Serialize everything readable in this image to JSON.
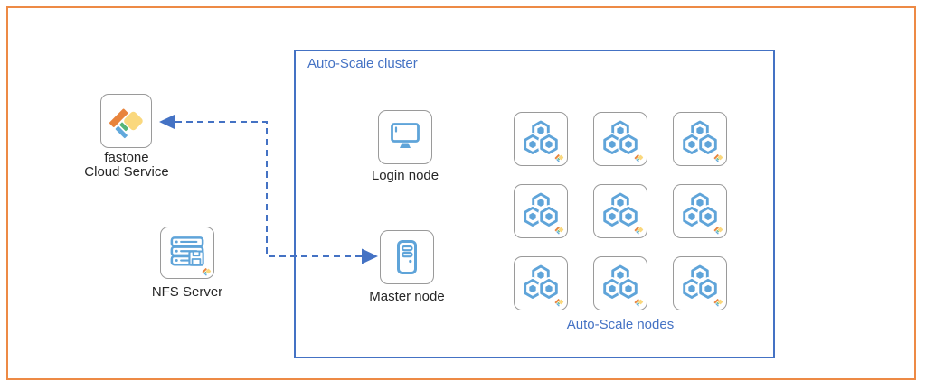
{
  "colors": {
    "frame_orange": "#ED8A45",
    "accent_blue": "#4472C4",
    "icon_blue": "#5FA4D9",
    "box_border_gray": "#9A9A9A",
    "text_dark": "#262626",
    "logo_orange": "#E8843C",
    "logo_yellow": "#FAD87D",
    "logo_green": "#55B578",
    "logo_blue": "#62A9DC"
  },
  "left_panel": {
    "fastone": {
      "label_line1": "fastone",
      "label_line2": "Cloud Service",
      "icon": "fastone-logo-icon"
    },
    "nfs": {
      "label": "NFS Server",
      "icon": "server-stack-icon"
    }
  },
  "cluster": {
    "title": "Auto-Scale cluster",
    "login": {
      "label": "Login node",
      "icon": "monitor-icon"
    },
    "master": {
      "label": "Master node",
      "icon": "tower-server-icon"
    },
    "nodes_label": "Auto-Scale nodes",
    "node_count": 9,
    "node_icon": "hexagon-cluster-icon"
  },
  "connections": [
    {
      "between": [
        "fastone Cloud Service",
        "Master node"
      ],
      "style": "dashed",
      "arrowheads": "both-ends",
      "path": "fastone right -> down -> Master node"
    }
  ]
}
